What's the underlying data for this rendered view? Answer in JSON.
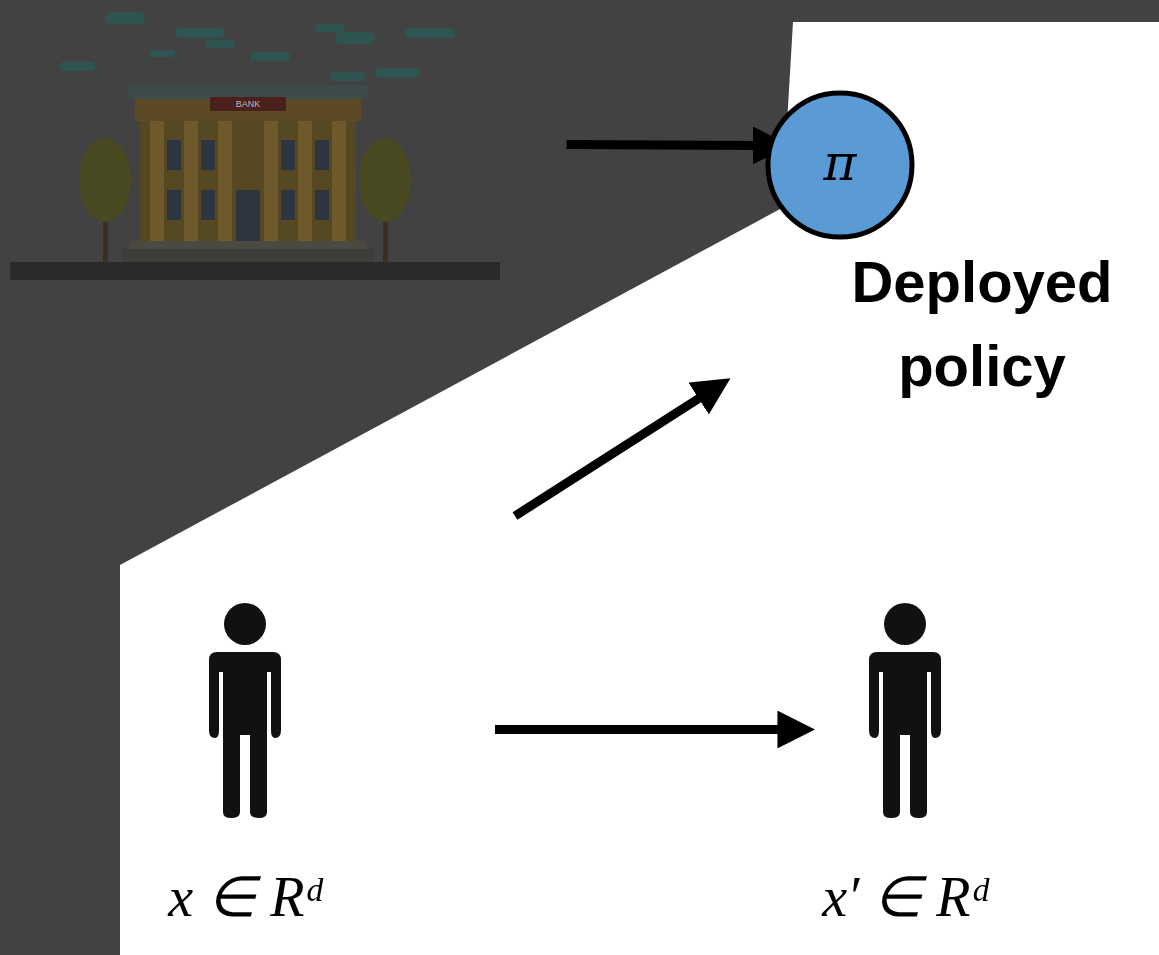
{
  "diagram": {
    "nodes": [
      {
        "text": [
          "BANK"
        ]
      },
      {
        "text": [
          "π",
          "Deployed policy"
        ]
      },
      {
        "text": [
          "x ∈ Rᵈ"
        ]
      },
      {
        "text": [
          "x′ ∈ Rᵈ"
        ]
      }
    ],
    "edges": [
      {
        "from": 0,
        "to": 1,
        "arrow": "to"
      },
      {
        "from": 2,
        "to": 1,
        "arrow": "to"
      },
      {
        "from": 2,
        "to": 3,
        "arrow": "to"
      }
    ]
  }
}
